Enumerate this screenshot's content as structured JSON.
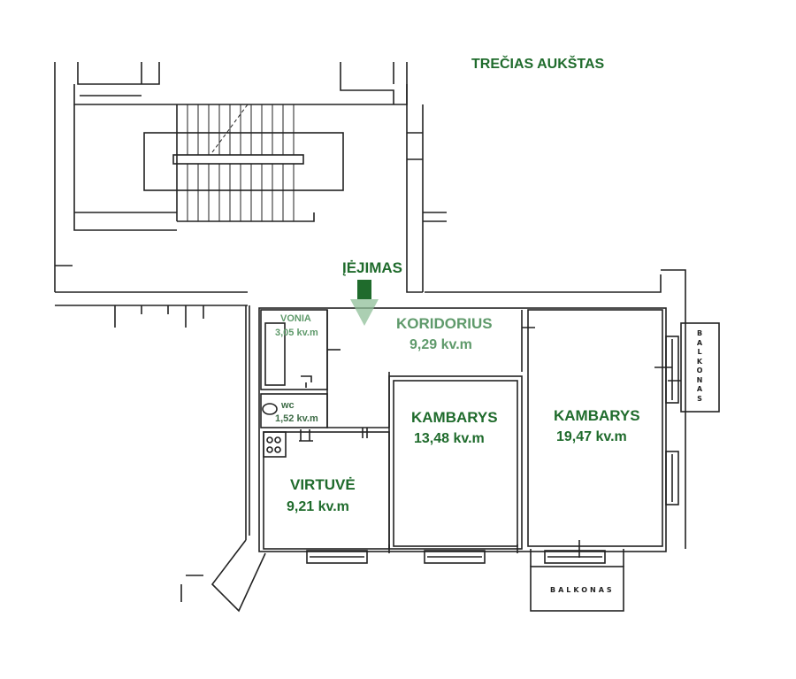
{
  "floor_title": "TREČIAS AUKŠTAS",
  "entrance": {
    "label": "ĮĖJIMAS",
    "arrow_color": "#1f6b2c"
  },
  "rooms": {
    "vonia": {
      "name": "VONIA",
      "area": "3,05 kv.m"
    },
    "wc": {
      "name": "wc",
      "area": "1,52 kv.m"
    },
    "koridorius": {
      "name": "KORIDORIUS",
      "area": "9,29 kv.m"
    },
    "virtuve": {
      "name": "VIRTUVĖ",
      "area": "9,21 kv.m"
    },
    "kambarys_small": {
      "name": "KAMBARYS",
      "area": "13,48 kv.m"
    },
    "kambarys_large": {
      "name": "KAMBARYS",
      "area": "19,47 kv.m"
    }
  },
  "balconies": {
    "bottom": "BALKONAS",
    "right": "BALKONAS"
  },
  "colors": {
    "label_green": "#1f6b2c",
    "label_light_green": "#5f9a6b",
    "line": "#222222"
  }
}
